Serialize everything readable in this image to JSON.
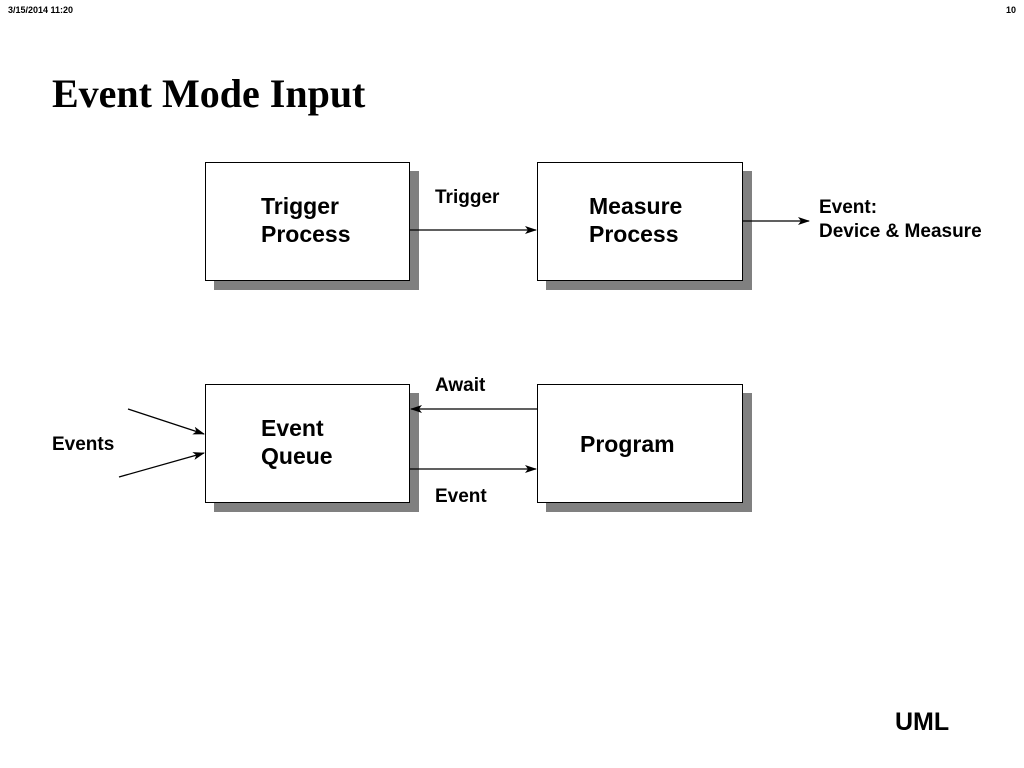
{
  "header": {
    "date": "3/15/2014   11:20",
    "page_number": "10"
  },
  "title": "Event Mode Input",
  "diagram": {
    "boxes": {
      "trigger_process": "Trigger\nProcess",
      "measure_process": "Measure\nProcess",
      "event_queue": "Event\nQueue",
      "program": "Program"
    },
    "edge_labels": {
      "trigger": "Trigger",
      "event_output": "Event:\nDevice & Measure",
      "await": "Await",
      "event": "Event",
      "events_input": "Events"
    }
  },
  "footer": {
    "label": "UML"
  }
}
